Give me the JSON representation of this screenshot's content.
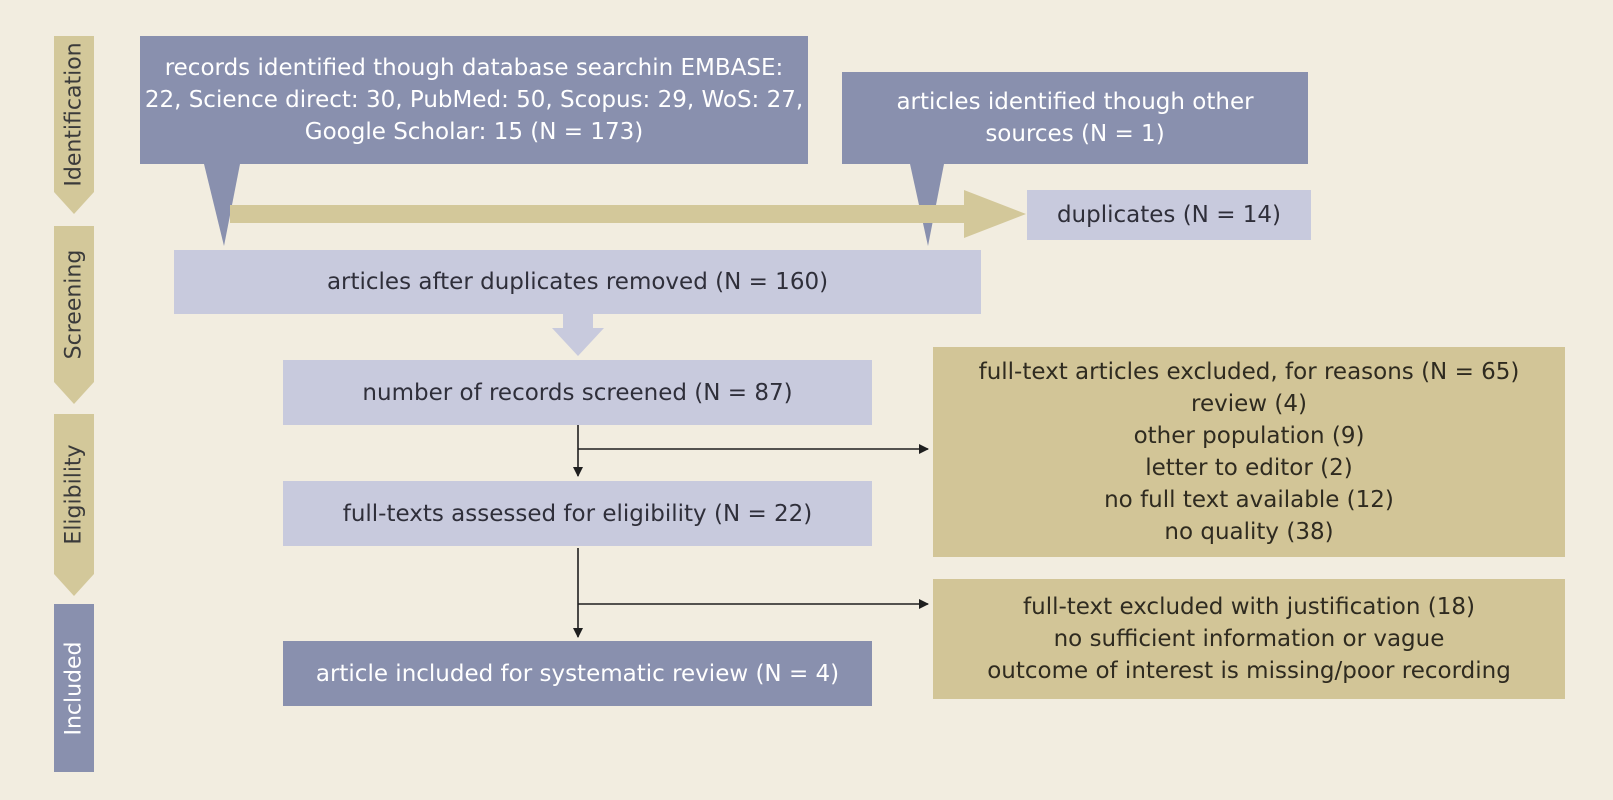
{
  "stages": [
    {
      "id": "identification",
      "label": "Identification"
    },
    {
      "id": "screening",
      "label": "Screening"
    },
    {
      "id": "eligibility",
      "label": "Eligibility"
    },
    {
      "id": "included",
      "label": "Included"
    }
  ],
  "boxes": {
    "database_search": {
      "lines": [
        "records identified though database searchin EMBASE:",
        "22, Science direct: 30, PubMed: 50, Scopus: 29, WoS: 27,",
        "Google Scholar: 15 (N = 173)"
      ]
    },
    "other_sources": {
      "lines": [
        "articles identified though other",
        "sources (N = 1)"
      ]
    },
    "duplicates": {
      "text": "duplicates (N = 14)"
    },
    "after_duplicates": {
      "text": "articles after duplicates removed (N = 160)"
    },
    "screened": {
      "text": "number of records screened (N = 87)"
    },
    "eligibility": {
      "text": "full-texts assessed for eligibility (N = 22)"
    },
    "included": {
      "text": "article included for systematic review (N = 4)"
    },
    "excluded_reasons": {
      "lines": [
        "full-text articles excluded, for reasons (N = 65)",
        "review (4)",
        "other population (9)",
        "letter to editor (2)",
        "no full text available (12)",
        "no quality (38)"
      ]
    },
    "excluded_justification": {
      "lines": [
        "full-text excluded with justification (18)",
        "no sufficient information or vague",
        "outcome of interest is missing/poor recording"
      ]
    }
  },
  "colors": {
    "background": "#f2ede0",
    "dark_box": "#8990ae",
    "light_box": "#c8cadd",
    "gold_box": "#d2c597",
    "gold_arrow": "#d3c89a",
    "connector": "#1f1f1f"
  }
}
